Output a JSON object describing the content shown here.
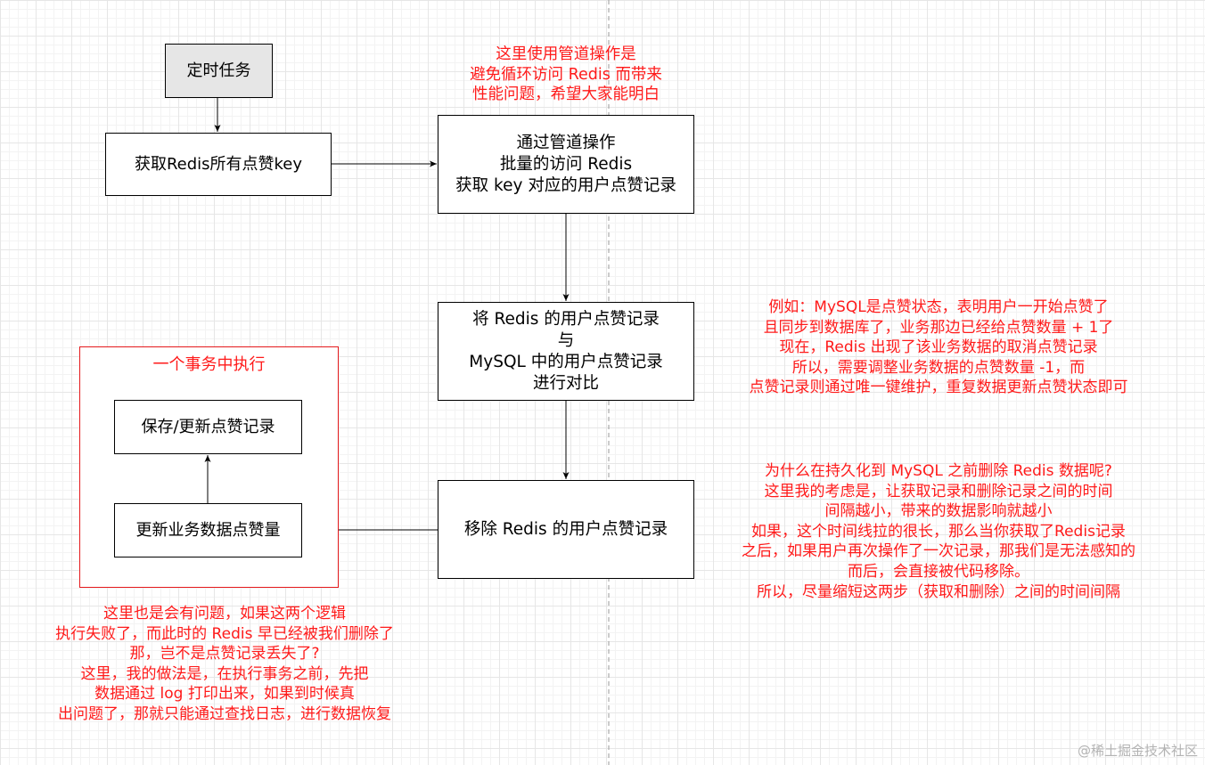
{
  "nodes": {
    "scheduled_task": "定时任务",
    "get_keys": "获取Redis所有点赞key",
    "pipeline_fetch": "通过管道操作\n批量的访问 Redis\n获取 key 对应的用户点赞记录",
    "compare": "将 Redis 的用户点赞记录\n与\nMySQL 中的用户点赞记录\n进行对比",
    "remove_redis": "移除 Redis 的用户点赞记录",
    "transaction_title": "一个事务中执行",
    "save_update_record": "保存/更新点赞记录",
    "update_count": "更新业务数据点赞量"
  },
  "notes": {
    "pipeline": "这里使用管道操作是\n避免循环访问 Redis 而带来\n性能问题，希望大家能明白",
    "example": "例如：MySQL是点赞状态，表明用户一开始点赞了\n且同步到数据库了，业务那边已经给点赞数量 + 1了\n现在，Redis 出现了该业务数据的取消点赞记录\n所以，需要调整业务数据的点赞数量 -1，而\n点赞记录则通过唯一键维护，重复数据更新点赞状态即可",
    "why_delete": "为什么在持久化到 MySQL 之前删除 Redis 数据呢?\n这里我的考虑是，让获取记录和删除记录之间的时间\n间隔越小，带来的数据影响就越小\n如果，这个时间线拉的很长，那么当你获取了Redis记录\n之后，如果用户再次操作了一次记录，那我们是无法感知的\n而后，会直接被代码移除。\n所以，尽量缩短这两步（获取和删除）之间的时间间隔",
    "problem": "这里也是会有问题，如果这两个逻辑\n执行失败了，而此时的 Redis 早已经被我们删除了\n那，岂不是点赞记录丢失了?\n这里，我的做法是，在执行事务之前，先把\n数据通过 log 打印出来，如果到时候真\n出问题了，那就只能通过查找日志，进行数据恢复"
  },
  "watermark": "@稀土掘金技术社区",
  "colors": {
    "note_red": "#ff1a1a",
    "container_border": "#e5191c",
    "start_fill": "#e6e6e6",
    "grid": "#e6e6e6"
  }
}
